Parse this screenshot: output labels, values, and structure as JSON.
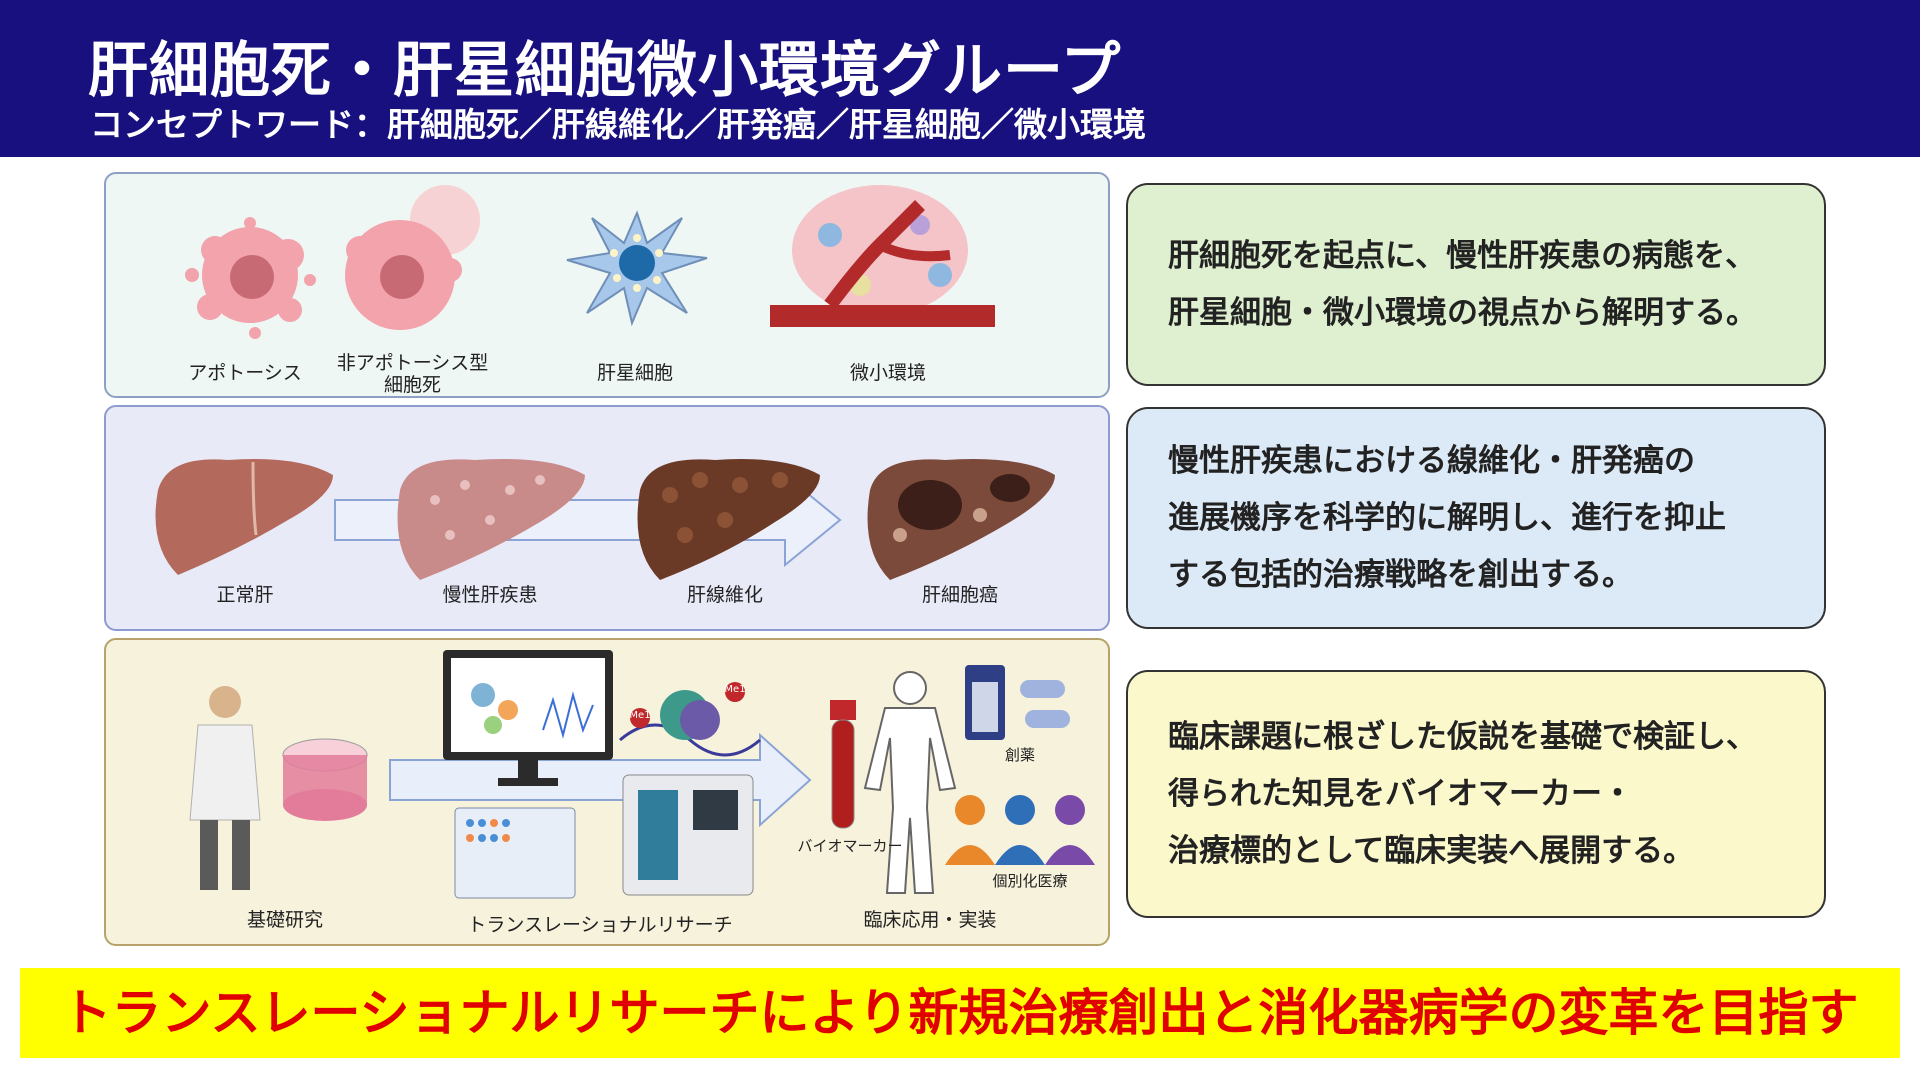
{
  "header": {
    "title": "肝細胞死・肝星細胞微小環境グループ",
    "subtitle": "コンセプトワード：肝細胞死／肝線維化／肝発癌／肝星細胞／微小環境"
  },
  "panel1": {
    "labels": [
      "アポトーシス",
      "非アポトーシス型",
      "細胞死",
      "肝星細胞",
      "微小環境"
    ]
  },
  "panel2": {
    "labels": [
      "正常肝",
      "慢性肝疾患",
      "肝線維化",
      "肝細胞癌"
    ]
  },
  "panel3": {
    "labels": {
      "basic": "基礎研究",
      "translational": "トランスレーショナルリサーチ",
      "clinical": "臨床応用・実装",
      "biomarker": "バイオマーカー",
      "drug": "創薬",
      "personalized": "個別化医療",
      "me1": "Me1"
    }
  },
  "boxes": [
    {
      "lines": [
        "肝細胞死を起点に、慢性肝疾患の病態を、",
        "肝星細胞・微小環境の視点から解明する。"
      ]
    },
    {
      "lines": [
        "慢性肝疾患における線維化・肝発癌の",
        "進展機序を科学的に解明し、進行を抑止",
        "する包括的治療戦略を創出する。"
      ]
    },
    {
      "lines": [
        "臨床課題に根ざした仮説を基礎で検証し、",
        "得られた知見をバイオマーカー・",
        "治療標的として臨床実装へ展開する。"
      ]
    }
  ],
  "banner": {
    "text": "トランスレーショナルリサーチにより新規治療創出と消化器病学の変革を目指す"
  },
  "colors": {
    "header": "#17107e",
    "banner_bg": "#ffff00",
    "banner_text": "#e00000"
  }
}
